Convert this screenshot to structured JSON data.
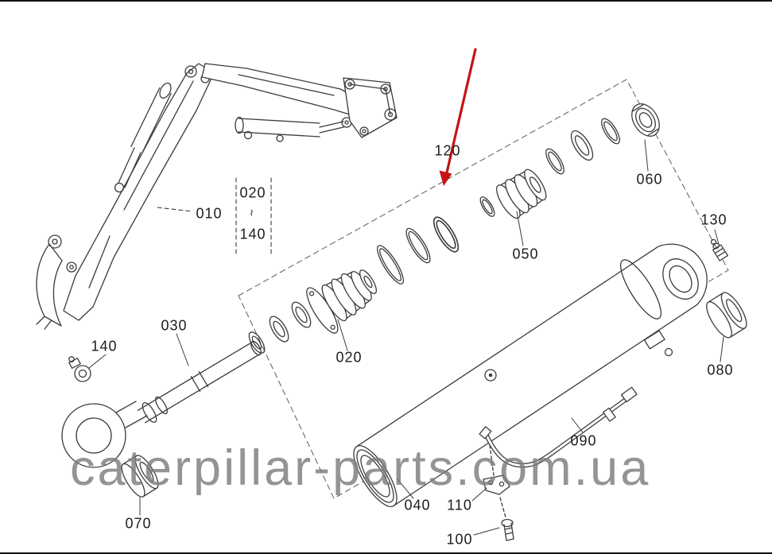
{
  "colors": {
    "background": "#ffffff",
    "line": "#3b3b3b",
    "label_text": "#1c1c1c",
    "arrow_red": "#c41414",
    "watermark_gray": "#7d7d7d"
  },
  "watermark": {
    "text": "caterpillar-parts.com.ua"
  },
  "diagram": {
    "group_ref": {
      "from": "020",
      "tilde": "~",
      "to": "140"
    },
    "parts": {
      "p010": "010",
      "p020": "020",
      "p030": "030",
      "p040": "040",
      "p050": "050",
      "p060": "060",
      "p070": "070",
      "p080": "080",
      "p090": "090",
      "p100": "100",
      "p110": "110",
      "p120": "120",
      "p130": "130",
      "p140": "140"
    }
  }
}
